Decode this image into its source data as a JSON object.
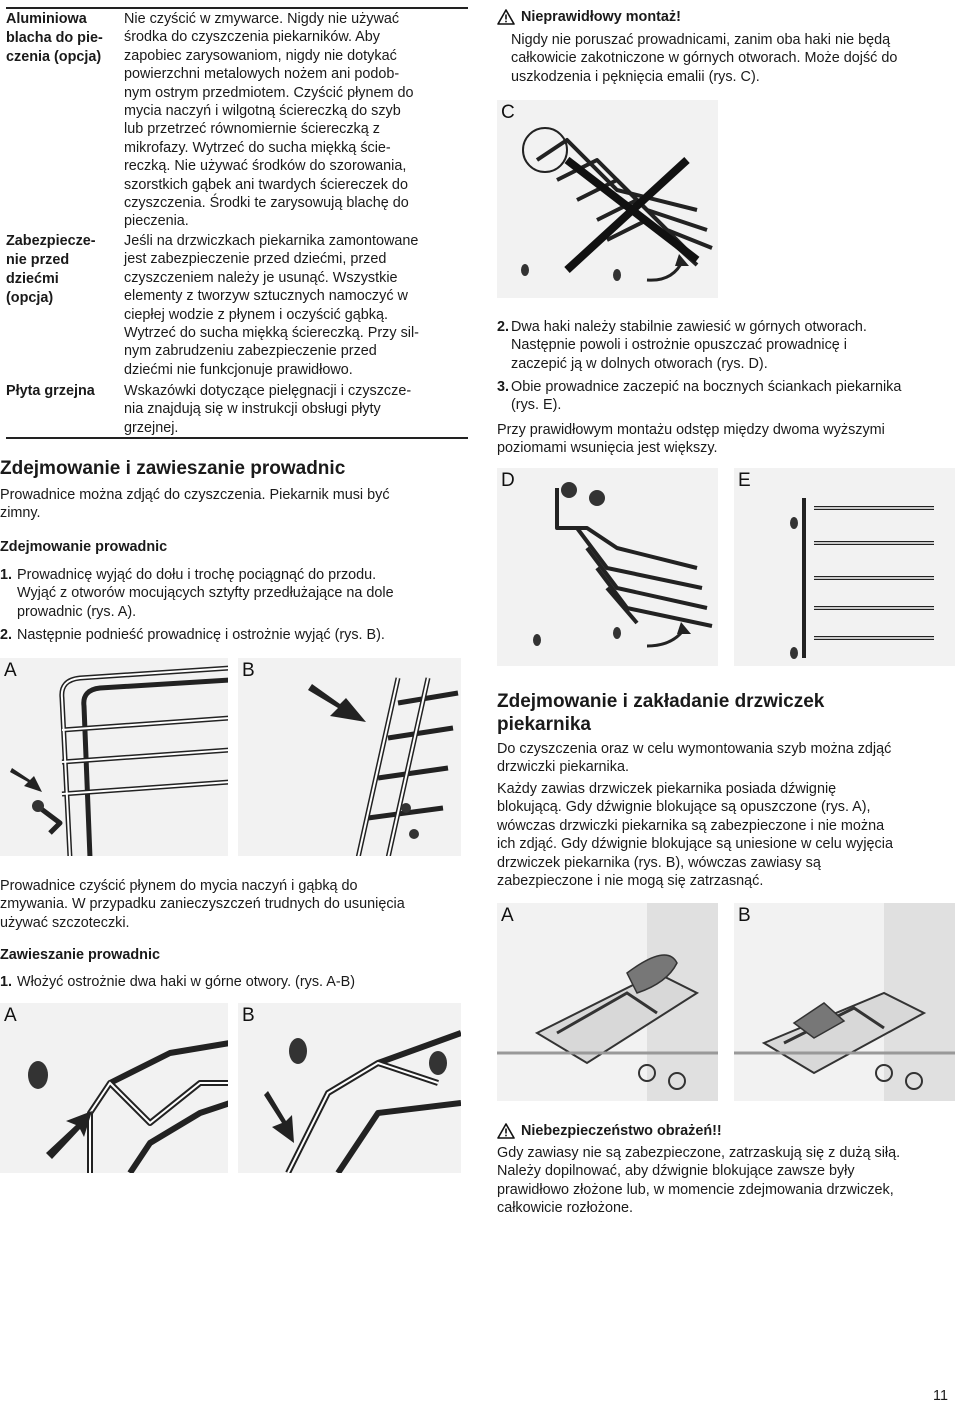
{
  "left_table": [
    {
      "label": "Aluminiowa blacha do pie-czenia (opcja)",
      "label_lines": [
        "Aluminiowa",
        "blacha do pie-",
        "czenia (opcja)"
      ],
      "text_lines": [
        "Nie czyścić w zmywarce. Nigdy nie używać",
        "środka do czyszczenia piekarników. Aby",
        "zapobiec zarysowaniom, nigdy nie dotykać",
        "powierzchni metalowych nożem ani podob-",
        "nym ostrym przedmiotem. Czyścić płynem do",
        "mycia naczyń i wilgotną ściereczką do szyb",
        "lub przetrzeć równomiernie ściereczką z",
        "mikrofazy. Wytrzeć do sucha miękką ście-",
        "reczką. Nie używać środków do szorowania,",
        "szorstkich gąbek ani twardych ściereczek do",
        "czyszczenia. Środki te zarysowują blachę do",
        "pieczenia."
      ]
    },
    {
      "label_lines": [
        "Zabezpiecze-",
        "nie przed",
        "dziećmi",
        "(opcja)"
      ],
      "text_lines": [
        "Jeśli na drzwiczkach piekarnika zamontowane",
        "jest zabezpieczenie przed dziećmi, przed",
        "czyszczeniem należy je usunąć. Wszystkie",
        "elementy z tworzyw sztucznych namoczyć w",
        "ciepłej wodzie z płynem i oczyścić gąbką.",
        "Wytrzeć do sucha miękką ściereczką. Przy sil-",
        "nym zabrudzeniu zabezpieczenie przed",
        "dziećmi nie funkcjonuje prawidłowo."
      ]
    },
    {
      "label_lines": [
        "Płyta grzejna"
      ],
      "text_lines": [
        "Wskazówki dotyczące pielęgnacji i czyszcze-",
        "nia znajdują się w instrukcji obsługi płyty",
        "grzejnej."
      ]
    }
  ],
  "section1": {
    "title": "Zdejmowanie i zawieszanie prowadnic",
    "intro_lines": [
      "Prowadnice można zdjąć do czyszczenia. Piekarnik musi być",
      "zimny."
    ],
    "remove_heading": "Zdejmowanie prowadnic",
    "remove_steps": [
      {
        "num": "1.",
        "lines": [
          "Prowadnicę wyjąć do dołu i trochę pociągnąć do przodu.",
          "Wyjąć z otworów mocujących sztyfty przedłużające na dole",
          "prowadnic (rys. A)."
        ]
      },
      {
        "num": "2.",
        "lines": [
          "Następnie podnieść prowadnicę i ostrożnie wyjąć (rys. B)."
        ]
      }
    ],
    "clean_lines": [
      "Prowadnice czyścić płynem do mycia naczyń i gąbką do",
      "zmywania. W przypadku zanieczyszczeń trudnych do usunięcia",
      "używać szczoteczki."
    ],
    "hang_heading": "Zawieszanie prowadnic",
    "hang_steps": [
      {
        "num": "1.",
        "lines": [
          "Włożyć ostrożnie dwa haki w górne otwory. (rys. A-B)"
        ]
      }
    ]
  },
  "right_col": {
    "warning1_title": "Nieprawidłowy montaż!",
    "warning1_lines": [
      "Nigdy nie poruszać prowadnicami, zanim oba haki nie będą",
      "całkowicie zakotniczone w górnych otworach. Może dojść do",
      "uszkodzenia i pęknięcia emalii (rys. C)."
    ],
    "steps": [
      {
        "num": "2.",
        "lines": [
          "Dwa haki należy stabilnie zawiesić w górnych otworach.",
          "Następnie powoli i ostrożnie opuszczać prowadnicę i",
          "zaczepić ją w dolnych otworach (rys. D)."
        ]
      },
      {
        "num": "3.",
        "lines": [
          "Obie prowadnice zaczepić na bocznych ściankach piekarnika",
          "(rys. E)."
        ]
      }
    ],
    "note_lines": [
      "Przy prawidłowym montażu odstęp między dwoma wyższymi",
      "poziomami wsunięcia jest większy."
    ],
    "section2_title_lines": [
      "Zdejmowanie i zakładanie drzwiczek",
      "piekarnika"
    ],
    "s2_p1_lines": [
      "Do czyszczenia oraz w celu wymontowania szyb można zdjąć",
      "drzwiczki piekarnika."
    ],
    "s2_p2_lines": [
      "Każdy zawias drzwiczek piekarnika posiada dźwignię",
      "blokującą. Gdy dźwignie blokujące są opuszczone (rys. A),",
      "wówczas drzwiczki piekarnika są zabezpieczone i nie można",
      "ich zdjąć. Gdy dźwignie blokujące są uniesione w celu wyjęcia",
      "drzwiczek piekarnika (rys. B), wówczas zawiasy są",
      "zabezpieczone i nie mogą się zatrzasnąć."
    ],
    "warning2_title": "Niebezpieczeństwo obrażeń!!",
    "warning2_lines": [
      "Gdy zawiasy nie są zabezpieczone, zatrzaskują się z dużą siłą.",
      "Należy dopilnować, aby dźwignie blokujące zawsze były",
      "prawidłowo złożone lub, w momencie zdejmowania drzwiczek,",
      "całkowicie rozłożone."
    ]
  },
  "figures": {
    "a1": "A",
    "b1": "B",
    "a2": "A",
    "b2": "B",
    "c": "C",
    "d": "D",
    "e": "E",
    "a3": "A",
    "b3": "B"
  },
  "page_number": "11"
}
